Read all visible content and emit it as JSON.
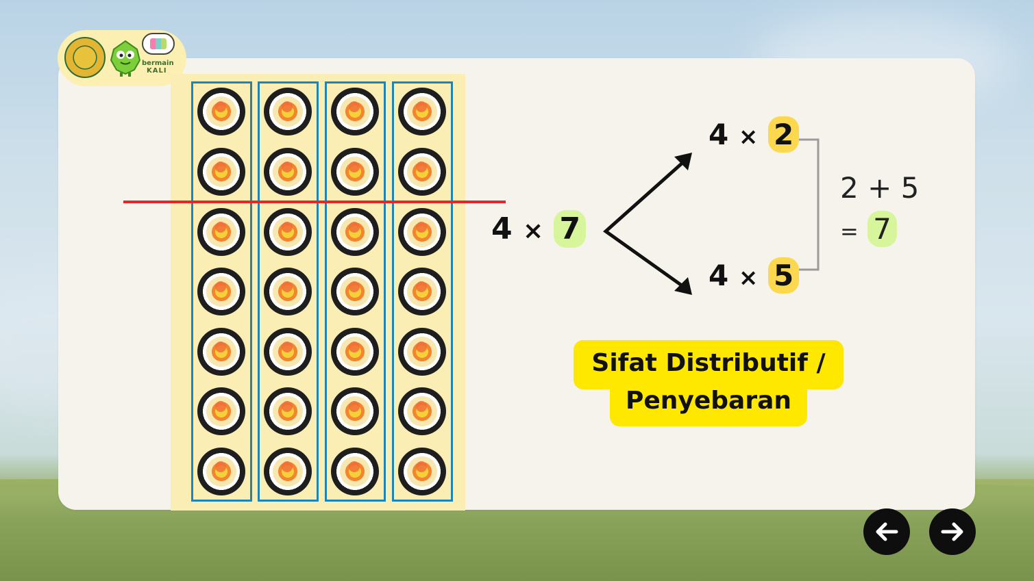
{
  "main_expression": {
    "left": "4",
    "times": "×",
    "right": "7"
  },
  "top_expression": {
    "left": "4",
    "times": "×",
    "right": "2"
  },
  "bottom_expression": {
    "left": "4",
    "times": "×",
    "right": "5"
  },
  "sum_expression": {
    "line1": "2 + 5",
    "equals": "=",
    "result": "7"
  },
  "property_label": {
    "line1": "Sifat Distributif /",
    "line2": "Penyebaran"
  },
  "logo": {
    "text1": "bermain",
    "text2": "KALI"
  },
  "sushi_grid": {
    "columns": 4,
    "rows": 7,
    "split_after_row": 2
  },
  "navigation": {
    "prev_icon": "arrow-left-icon",
    "next_icon": "arrow-right-icon"
  },
  "colors": {
    "highlight_green": "#d7f59b",
    "highlight_yellow": "#fbd84d",
    "badge": "#ffe800",
    "cut_line": "#e3262b",
    "column_border": "#1e84b6"
  }
}
